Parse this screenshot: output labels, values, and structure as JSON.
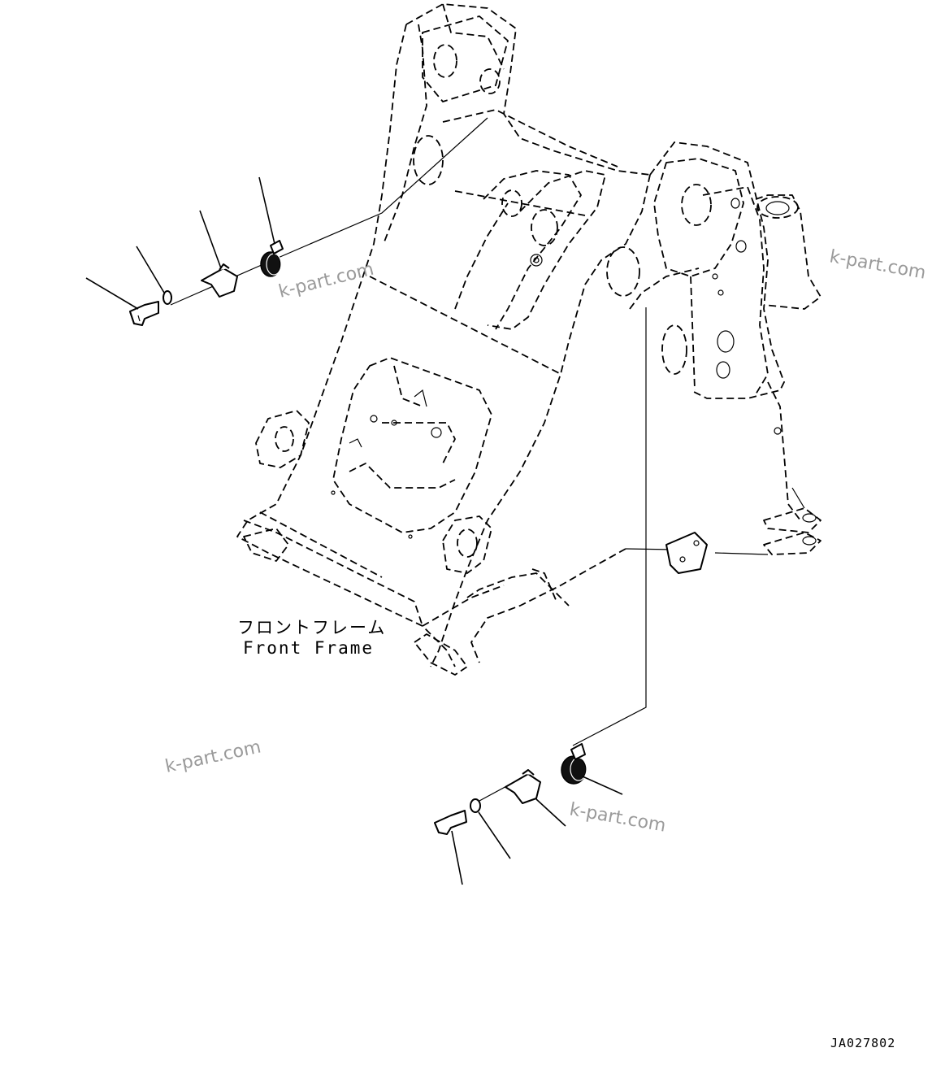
{
  "labels": {
    "frame_jp": "フロントフレーム",
    "frame_en": "Front Frame"
  },
  "watermark": "k-part.com",
  "drawing_code": "JA027802"
}
